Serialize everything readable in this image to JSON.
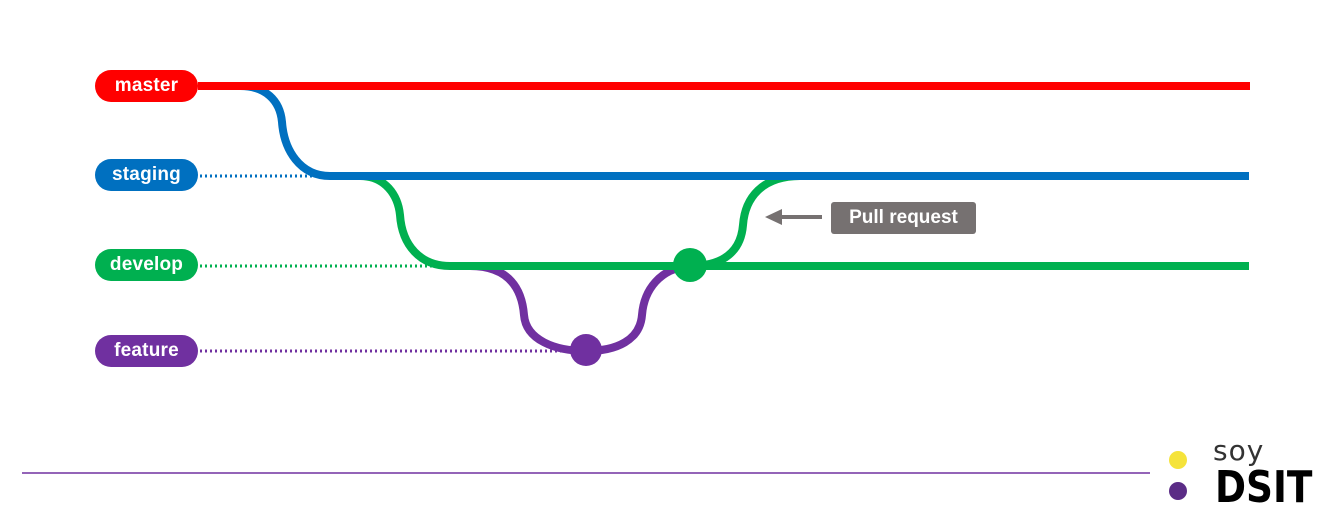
{
  "branches": [
    {
      "key": "master",
      "label": "master",
      "color": "#ff0000"
    },
    {
      "key": "staging",
      "label": "staging",
      "color": "#0070c0"
    },
    {
      "key": "develop",
      "label": "develop",
      "color": "#00b050"
    },
    {
      "key": "feature",
      "label": "feature",
      "color": "#7030a0"
    }
  ],
  "pull_request": {
    "label": "Pull request",
    "badge_color": "#767171",
    "arrow_color": "#767171"
  },
  "logo": {
    "prefix": "soy",
    "name": "DSIT",
    "dot_colors": [
      "#f5e33a",
      "#5b2c86"
    ]
  },
  "divider_color": "#7030a0"
}
